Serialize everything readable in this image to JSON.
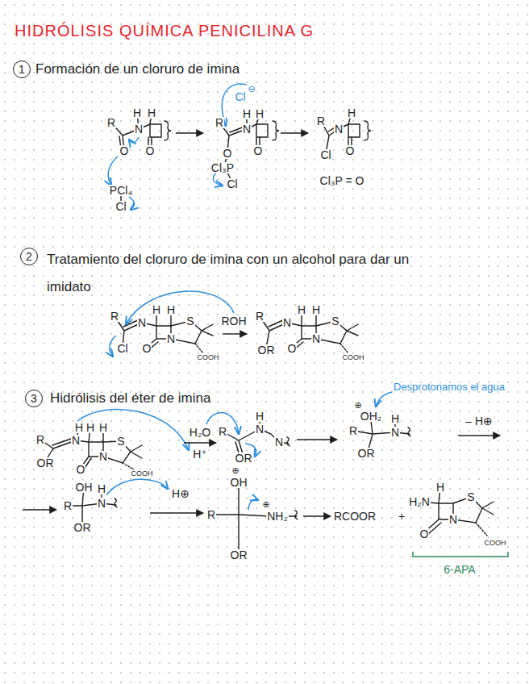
{
  "diagram": {
    "title": "HIDRÓLISIS QUÍMICA PENICILINA G",
    "nodes": [
      {
        "text": [
          "1"
        ]
      },
      {
        "text": [
          "2"
        ]
      },
      {
        "text": [
          "3"
        ]
      }
    ],
    "labels": [
      "Formación de un cloruro de imina",
      "R",
      "H",
      "H",
      "N",
      "O",
      "O",
      "PCl₄",
      "Cl",
      "Cl",
      "⊖",
      "R",
      "H",
      "H",
      "N",
      "O",
      "O",
      "Cl₃P",
      "Cl",
      "R",
      "H",
      "N",
      "Cl",
      "O",
      "Cl₃P = O",
      "Tratamiento del cloruro de imina con un alcohol para dar un imidato",
      "R",
      "N",
      "H",
      "H",
      "S",
      "Cl",
      "O",
      "N",
      "COOH",
      "ROH",
      "R",
      "N",
      "H",
      "H",
      "S",
      "OR",
      "O",
      "N",
      "COOH",
      "Hidrólisis del éter de imina",
      "Desprotonamos el agua",
      "R",
      "N",
      "H",
      "H",
      "H",
      "S",
      "OR",
      "O",
      "N",
      "COOH",
      "H₂O",
      "H⁺",
      "R",
      "H",
      "N",
      "OR",
      "⊕",
      "N",
      "⊕",
      "OH₂",
      "R",
      "H",
      "N",
      "OR",
      "– H⊕",
      "R",
      "OH",
      "H",
      "N",
      "OR",
      "H⊕",
      "R",
      "OH",
      "OR",
      "⊕",
      "NH₂",
      "RCOOR",
      "+",
      "H₂N",
      "H",
      "S",
      "O",
      "N",
      "COOH",
      "6-APA"
    ]
  }
}
